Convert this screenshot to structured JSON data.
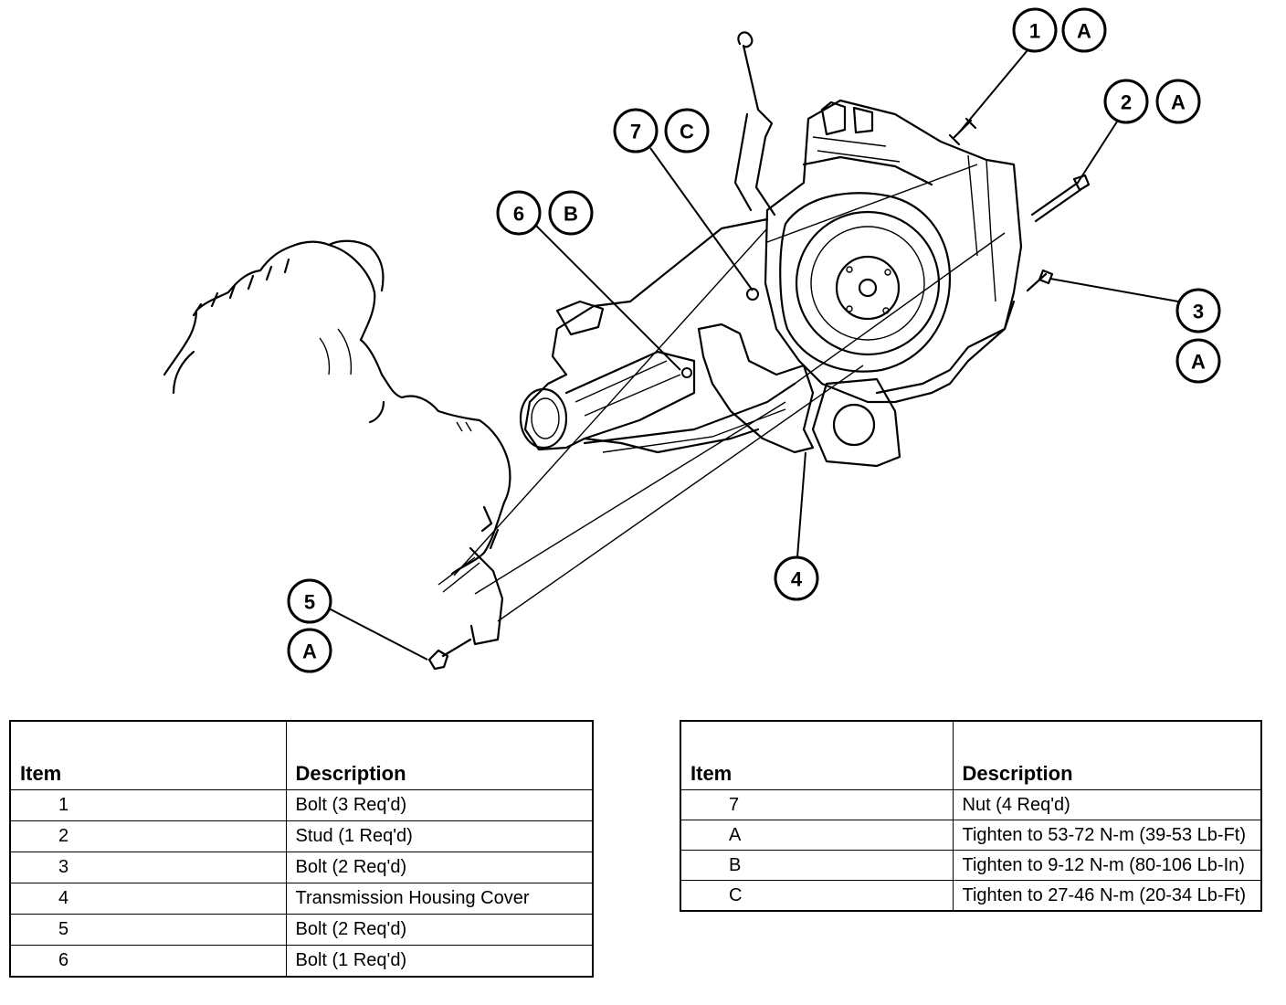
{
  "callouts": [
    {
      "id": "c1",
      "label": "1"
    },
    {
      "id": "c1a",
      "label": "A"
    },
    {
      "id": "c2",
      "label": "2"
    },
    {
      "id": "c2a",
      "label": "A"
    },
    {
      "id": "c3",
      "label": "3"
    },
    {
      "id": "c3a",
      "label": "A"
    },
    {
      "id": "c4",
      "label": "4"
    },
    {
      "id": "c5",
      "label": "5"
    },
    {
      "id": "c5a",
      "label": "A"
    },
    {
      "id": "c6",
      "label": "6"
    },
    {
      "id": "c6b",
      "label": "B"
    },
    {
      "id": "c7",
      "label": "7"
    },
    {
      "id": "c7c",
      "label": "C"
    }
  ],
  "legend_left": {
    "header_item": "Item",
    "header_desc": "Description",
    "rows": [
      {
        "item": "1",
        "desc": "Bolt (3 Req'd)"
      },
      {
        "item": "2",
        "desc": "Stud (1 Req'd)"
      },
      {
        "item": "3",
        "desc": "Bolt (2 Req'd)"
      },
      {
        "item": "4",
        "desc": "Transmission Housing Cover"
      },
      {
        "item": "5",
        "desc": "Bolt (2 Req'd)"
      },
      {
        "item": "6",
        "desc": "Bolt (1 Req'd)"
      }
    ]
  },
  "legend_right": {
    "header_item": "Item",
    "header_desc": "Description",
    "rows": [
      {
        "item": "7",
        "desc": "Nut (4 Req'd)"
      },
      {
        "item": "A",
        "desc": "Tighten to 53-72 N-m (39-53 Lb-Ft)"
      },
      {
        "item": "B",
        "desc": "Tighten to 9-12 N-m (80-106 Lb-In)"
      },
      {
        "item": "C",
        "desc": "Tighten to 27-46 N-m (20-34 Lb-Ft)"
      }
    ]
  }
}
